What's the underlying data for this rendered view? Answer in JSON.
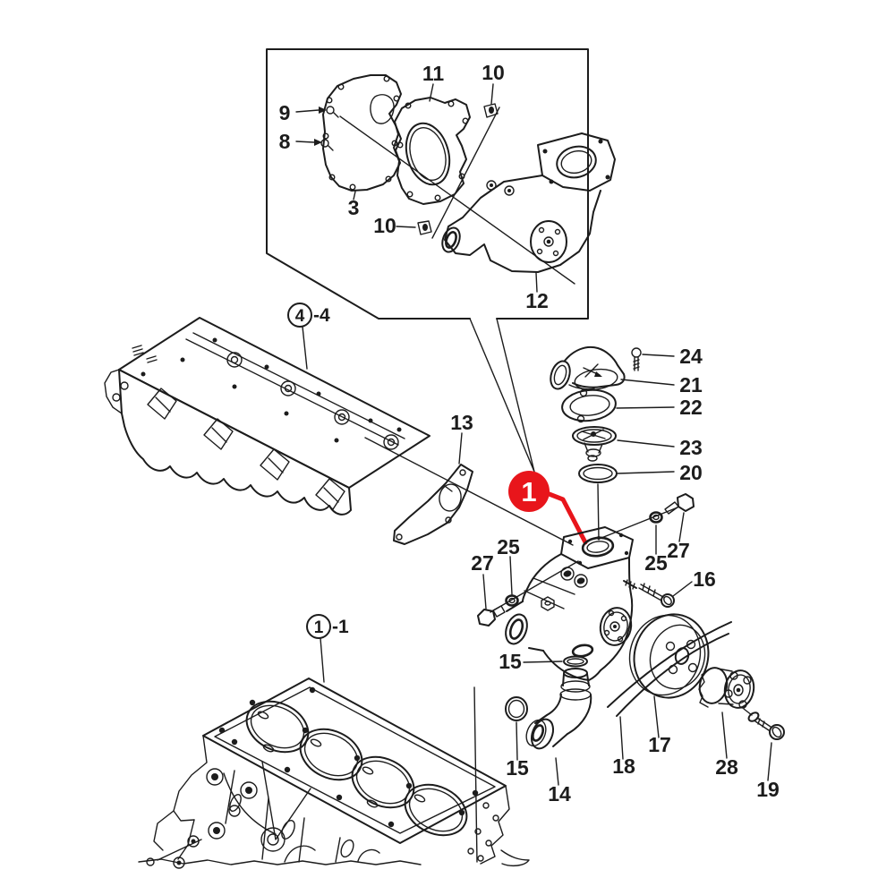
{
  "colors": {
    "background": "#ffffff",
    "line": "#1c1c1c",
    "accent_red": "#e8151b",
    "highlight_text": "#ffffff"
  },
  "highlight": {
    "label": "1"
  },
  "assembly_refs": {
    "head": {
      "label": "4",
      "suffix": "-4"
    },
    "block": {
      "label": "1",
      "suffix": "-1"
    }
  },
  "callouts": {
    "p3": "3",
    "p8": "8",
    "p9": "9",
    "p10a": "10",
    "p10b": "10",
    "p11": "11",
    "p12": "12",
    "p13": "13",
    "p14": "14",
    "p15a": "15",
    "p15b": "15",
    "p16": "16",
    "p17": "17",
    "p18": "18",
    "p19": "19",
    "p20": "20",
    "p21": "21",
    "p22": "22",
    "p23": "23",
    "p24": "24",
    "p25l": "25",
    "p25r": "25",
    "p27l": "27",
    "p27r": "27",
    "p28": "28"
  }
}
